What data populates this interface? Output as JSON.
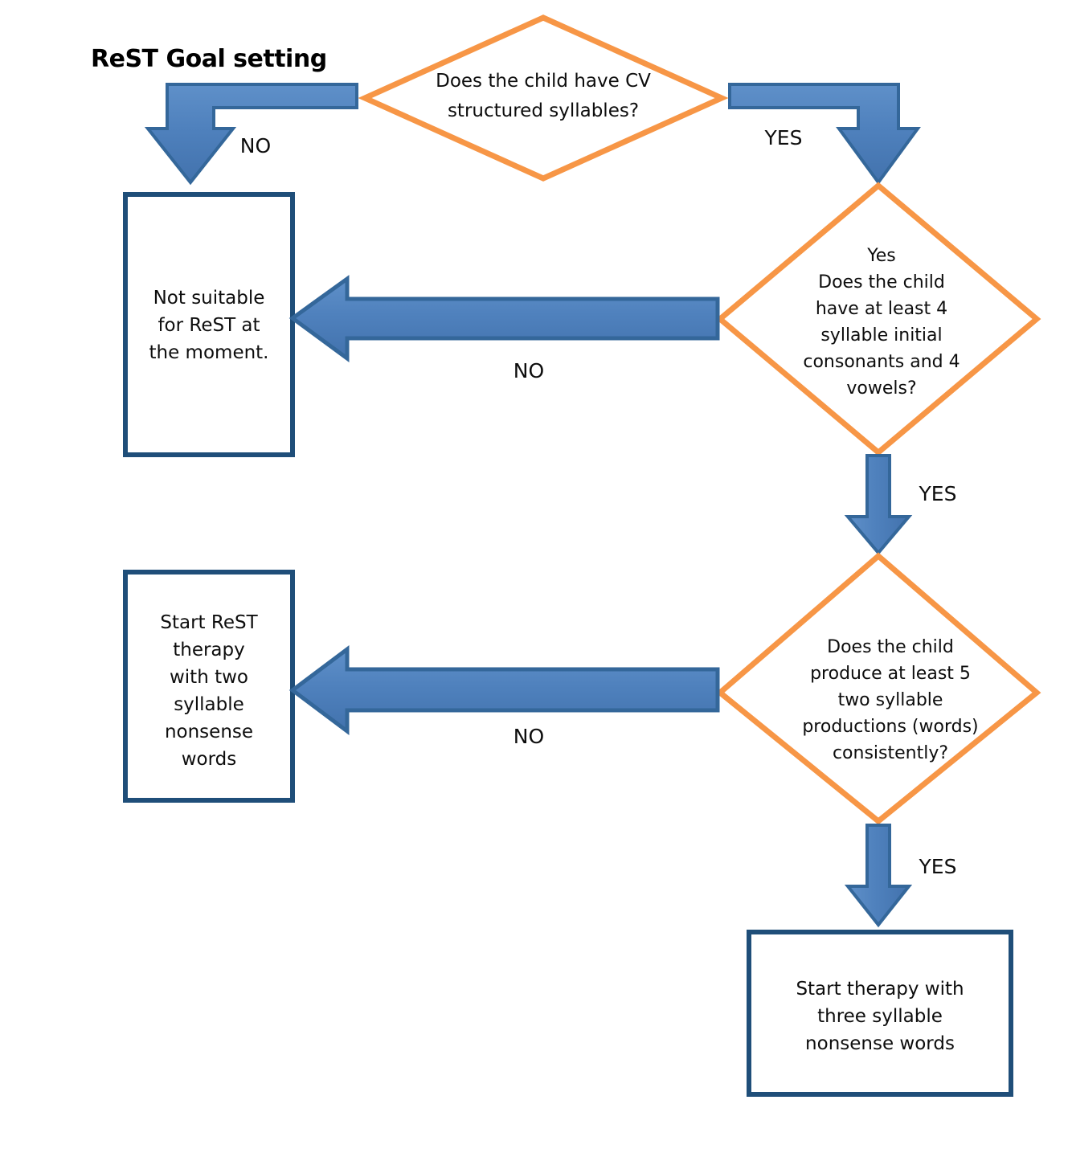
{
  "title": "ReST Goal setting",
  "colors": {
    "diamond_stroke": "#F79646",
    "box_stroke": "#1F4E79",
    "arrow_fill": "#4F81BD",
    "arrow_stroke": "#34679A",
    "text": "#0D0D0D",
    "background": "#FFFFFF"
  },
  "nodes": {
    "decision1": {
      "type": "decision",
      "lines": [
        "Does the child have CV",
        "structured syllables?"
      ]
    },
    "decision2": {
      "type": "decision",
      "lines": [
        "Yes",
        "Does the child",
        "have at least 4",
        "syllable initial",
        "consonants and 4",
        "vowels?"
      ]
    },
    "decision3": {
      "type": "decision",
      "lines": [
        "Does the child",
        "produce at least 5",
        "two syllable",
        "productions (words)",
        "consistently?"
      ]
    },
    "outcome1": {
      "type": "process",
      "lines": [
        "Not suitable",
        "for ReST at",
        "the moment."
      ]
    },
    "outcome2": {
      "type": "process",
      "lines": [
        "Start ReST",
        "therapy",
        "with two",
        "syllable",
        "nonsense",
        "words"
      ]
    },
    "outcome3": {
      "type": "process",
      "lines": [
        "Start therapy with",
        "three syllable",
        "nonsense words"
      ]
    }
  },
  "edges": {
    "e1_no": {
      "label": "NO"
    },
    "e1_yes": {
      "label": "YES"
    },
    "e2_no": {
      "label": "NO"
    },
    "e2_yes": {
      "label": "YES"
    },
    "e3_no": {
      "label": "NO"
    },
    "e3_yes": {
      "label": "YES"
    }
  }
}
